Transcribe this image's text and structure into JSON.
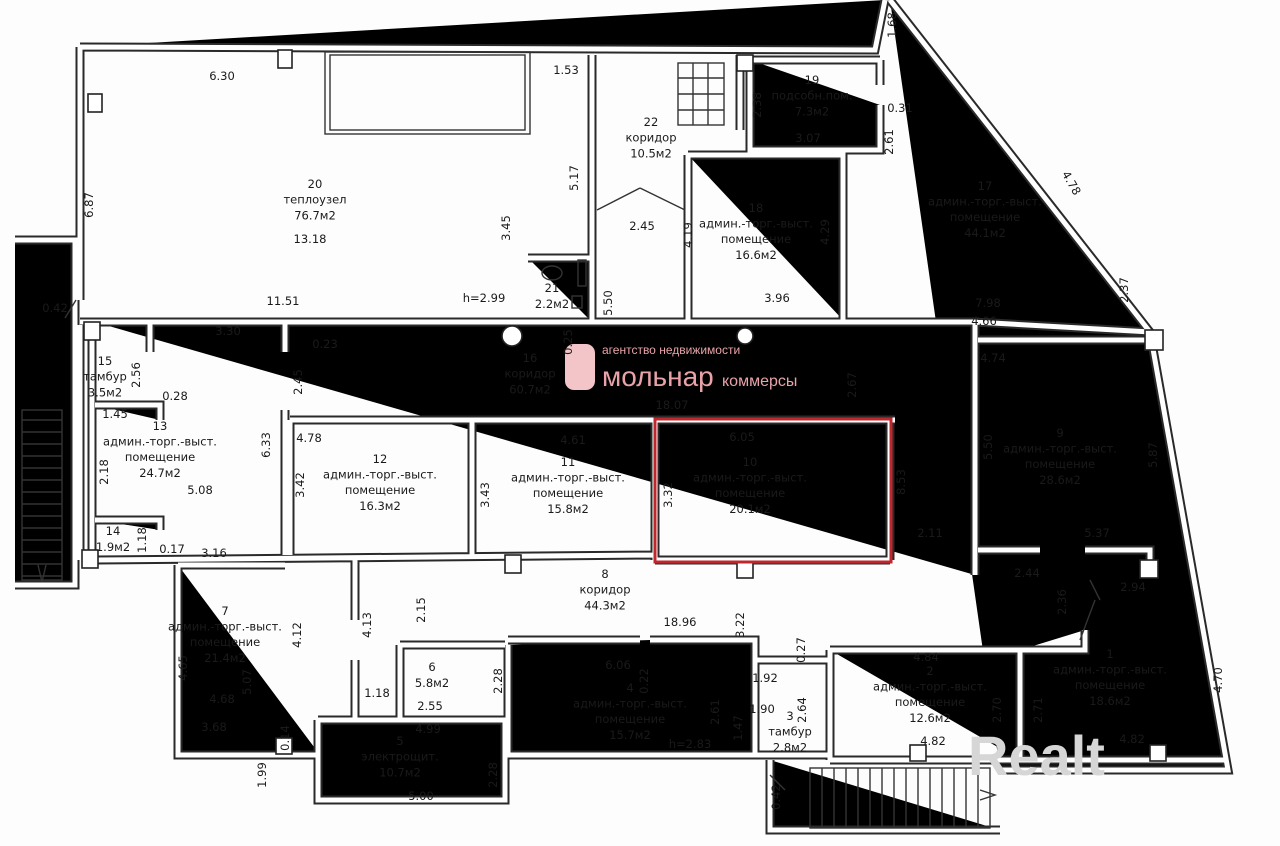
{
  "rooms": [
    {
      "number": "20",
      "lines": [
        "теплоузел"
      ],
      "area": "76.7м2"
    },
    {
      "number": "22",
      "lines": [
        "коридор"
      ],
      "area": "10.5м2"
    },
    {
      "number": "19",
      "lines": [
        "подсобн.пом."
      ],
      "area": "7.3м2"
    },
    {
      "number": "18",
      "lines": [
        "админ.-торг.-выст.",
        "помещение"
      ],
      "area": "16.6м2"
    },
    {
      "number": "17",
      "lines": [
        "админ.-торг.-выст.",
        "помещение"
      ],
      "area": "44.1м2"
    },
    {
      "number": "21",
      "lines": [],
      "area": "2.2м2"
    },
    {
      "number": "16",
      "lines": [
        "коридор"
      ],
      "area": "60.7м2"
    },
    {
      "number": "15",
      "lines": [
        "тамбур"
      ],
      "area": "3.5м2"
    },
    {
      "number": "13",
      "lines": [
        "админ.-торг.-выст.",
        "помещение"
      ],
      "area": "24.7м2"
    },
    {
      "number": "14",
      "lines": [],
      "area": "1.9м2"
    },
    {
      "number": "12",
      "lines": [
        "админ.-торг.-выст.",
        "помещение"
      ],
      "area": "16.3м2"
    },
    {
      "number": "11",
      "lines": [
        "админ.-торг.-выст.",
        "помещение"
      ],
      "area": "15.8м2"
    },
    {
      "number": "10",
      "lines": [
        "админ.-торг.-выст.",
        "помещение"
      ],
      "area": "20.1м2"
    },
    {
      "number": "9",
      "lines": [
        "админ.-торг.-выст.",
        "помещение"
      ],
      "area": "28.6м2"
    },
    {
      "number": "8",
      "lines": [
        "коридор"
      ],
      "area": "44.3м2"
    },
    {
      "number": "7",
      "lines": [
        "админ.-торг.-выст.",
        "помещение"
      ],
      "area": "21.4м2"
    },
    {
      "number": "6",
      "lines": [],
      "area": "5.8м2"
    },
    {
      "number": "5",
      "lines": [
        "электрощит."
      ],
      "area": "10.7м2"
    },
    {
      "number": "4",
      "lines": [
        "админ.-торг.-выст.",
        "помещение"
      ],
      "area": "15.7м2"
    },
    {
      "number": "3",
      "lines": [
        "тамбур"
      ],
      "area": "2.8м2"
    },
    {
      "number": "2",
      "lines": [
        "админ.-торг.-выст.",
        "помещение"
      ],
      "area": "12.6м2"
    },
    {
      "number": "1",
      "lines": [
        "админ.-торг.-выст.",
        "помещение"
      ],
      "area": "18.6м2"
    }
  ],
  "dimensions": [
    "6.30",
    "1.53",
    "5.17",
    "6.87",
    "3.45",
    "13.18",
    "11.51",
    "h=2.99",
    "5.50",
    "0.25",
    "0.42",
    "3.30",
    "0.23",
    "2.56",
    "2.45",
    "0.28",
    "1.45",
    "2.45",
    "1.68",
    "2.38",
    "0.31",
    "3.07",
    "2.61",
    "4.78",
    "4.19",
    "4.29",
    "3.96",
    "7.98",
    "2.37",
    "4.66",
    "4.74",
    "2.67",
    "18.07",
    "6.33",
    "4.78",
    "4.61",
    "6.05",
    "3.32",
    "3.42",
    "3.43",
    "2.18",
    "5.08",
    "5.50",
    "5.87",
    "8.53",
    "2.11",
    "5.37",
    "1.18",
    "0.17",
    "3.16",
    "2.44",
    "2.94",
    "2.36",
    "2.15",
    "4.12",
    "4.13",
    "3.22",
    "18.96",
    "0.27",
    "0.22",
    "6.06",
    "2.28",
    "4.65",
    "5.07",
    "4.68",
    "1.18",
    "2.55",
    "1.92",
    "4.84",
    "1.90",
    "2.61",
    "2.64",
    "2.70",
    "2.71",
    "4.70",
    "1.47",
    "3.68",
    "4.99",
    "0.14",
    "h=2.83",
    "4.82",
    "4.82",
    "1.99",
    "2.28",
    "5.00",
    "0.42"
  ],
  "highlight": {
    "room": "10",
    "color": "#c0272d"
  },
  "watermark": {
    "agency_line": "агентство недвижимости",
    "brand": "мольнар",
    "brand_sub": "коммерсы",
    "portal": "Realt",
    "color": "#e9a3a8"
  }
}
